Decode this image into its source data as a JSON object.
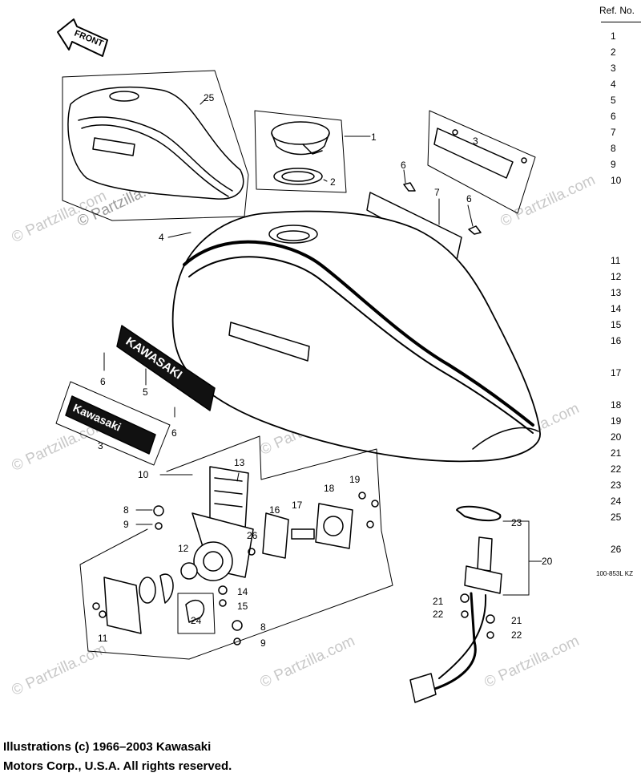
{
  "front_label": "FRONT",
  "ref_header": "Ref. No.",
  "ref_numbers": [
    "1",
    "2",
    "3",
    "4",
    "5",
    "6",
    "7",
    "8",
    "9",
    "10",
    "11",
    "12",
    "13",
    "14",
    "15",
    "16",
    "17",
    "18",
    "19",
    "20",
    "21",
    "22",
    "23",
    "24",
    "25",
    "26"
  ],
  "diagram_code": "100-853L  KZ",
  "copyright_line1": "Illustrations (c) 1966–2003 Kawasaki",
  "copyright_line2": "Motors Corp., U.S.A.  All rights reserved.",
  "watermark": "© Partzilla.com",
  "emblem_text_tank": "KAWASAKI",
  "emblem_text_side": "Kawasaki",
  "callouts": {
    "c1": "1",
    "c2": "2",
    "c3a": "3",
    "c3b": "3",
    "c4": "4",
    "c5": "5",
    "c6a": "6",
    "c6b": "6",
    "c6c": "6",
    "c6d": "6",
    "c7": "7",
    "c8a": "8",
    "c8b": "8",
    "c9a": "9",
    "c9b": "9",
    "c10": "10",
    "c11": "11",
    "c12": "12",
    "c13": "13",
    "c14": "14",
    "c15": "15",
    "c16": "16",
    "c17": "17",
    "c18": "18",
    "c19": "19",
    "c20": "20",
    "c21a": "21",
    "c21b": "21",
    "c22a": "22",
    "c22b": "22",
    "c23": "23",
    "c24": "24",
    "c25": "25",
    "c26": "26"
  }
}
